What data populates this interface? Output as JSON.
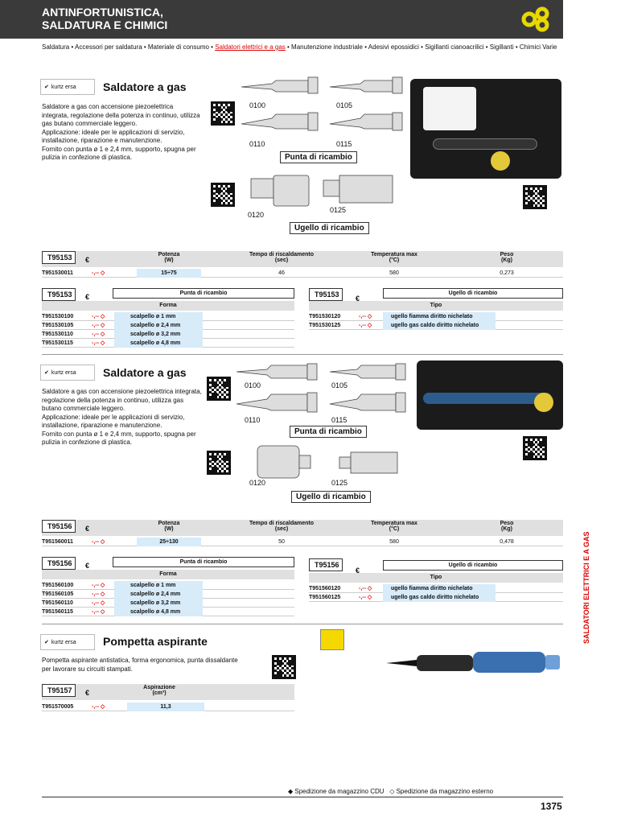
{
  "header": {
    "line1": "ANTINFORTUNISTICA,",
    "line2": "SALDATURA E CHIMICI"
  },
  "crumbs": {
    "pre": "Saldatura • Accessori per saldatura • Materiale di consumo •",
    "active": "Saldatori elettrici e a gas",
    "post": "• Manutenzione industriale • Adesivi epossidici • Sigillanti cianoacrilici • Sigillanti • Chimici Varie"
  },
  "brand": "kurtz ersa",
  "p1": {
    "title": "Saldatore a gas",
    "desc": [
      "Saldatore a gas con accensione piezoelettrica",
      "integrata, regolazione della potenza in continuo, utilizza",
      "gas butano commerciale leggero.",
      "Applicazione: ideale per le applicazioni di servizio,",
      "installazione, riparazione e manutenzione.",
      "Fornito con punta ø 1 e 2,4 mm, supporto, spugna per",
      "pulizia in confezione di plastica."
    ],
    "tips": [
      "0100",
      "0105",
      "0110",
      "0115"
    ],
    "tips_label": "Punta di ricambio",
    "nozzles": [
      "0120",
      "0125"
    ],
    "nozzles_label": "Ugello di ricambio",
    "code": "T95153",
    "currency": "€",
    "cols": [
      "Potenza\n(W)",
      "Tempo di riscaldamento\n(sec)",
      "Temperatura max\n(°C)",
      "Peso\n(Kg)"
    ],
    "main_row": {
      "code": "T951530011",
      "price": "-,-- ◇",
      "power": "15÷75",
      "time": "46",
      "temp": "580",
      "weight": "0,273"
    },
    "tip_table": {
      "title": "Punta di ricambio",
      "sub": "Forma",
      "rows": [
        [
          "T951530100",
          "-,-- ◇",
          "scalpello ø 1 mm"
        ],
        [
          "T951530105",
          "-,-- ◇",
          "scalpello ø 2,4 mm"
        ],
        [
          "T951530110",
          "-,-- ◇",
          "scalpello ø 3,2 mm"
        ],
        [
          "T951530115",
          "-,-- ◇",
          "scalpello ø 4,8 mm"
        ]
      ]
    },
    "noz_table": {
      "title": "Ugello di ricambio",
      "sub": "Tipo",
      "rows": [
        [
          "T951530120",
          "-,-- ◇",
          "ugello fiamma diritto nichelato"
        ],
        [
          "T951530125",
          "-,-- ◇",
          "ugello gas caldo diritto nichelato"
        ]
      ]
    }
  },
  "p2": {
    "title": "Saldatore a gas",
    "desc": [
      "Saldatore a gas con accensione piezoelettrica integrata,",
      "regolazione della potenza in continuo, utilizza gas",
      "butano commerciale leggero.",
      "Applicazione: ideale per le applicazioni di servizio,",
      "installazione, riparazione e manutenzione.",
      "Fornito con punta ø 1 e 2,4 mm, supporto, spugna per",
      "pulizia in confezione di plastica."
    ],
    "tips": [
      "0100",
      "0105",
      "0110",
      "0115"
    ],
    "tips_label": "Punta di ricambio",
    "nozzles": [
      "0120",
      "0125"
    ],
    "nozzles_label": "Ugello di ricambio",
    "code": "T95156",
    "currency": "€",
    "main_row": {
      "code": "T951560011",
      "price": "-,-- ◇",
      "power": "25÷130",
      "time": "50",
      "temp": "580",
      "weight": "0,478"
    },
    "tip_table": {
      "title": "Punta di ricambio",
      "sub": "Forma",
      "rows": [
        [
          "T951560100",
          "-,-- ◇",
          "scalpello ø 1 mm"
        ],
        [
          "T951560105",
          "-,-- ◇",
          "scalpello ø 2,4 mm"
        ],
        [
          "T951560110",
          "-,-- ◇",
          "scalpello ø 3,2 mm"
        ],
        [
          "T951560115",
          "-,-- ◇",
          "scalpello ø 4,8 mm"
        ]
      ]
    },
    "noz_table": {
      "title": "Ugello di ricambio",
      "sub": "Tipo",
      "rows": [
        [
          "T951560120",
          "-,-- ◇",
          "ugello fiamma diritto nichelato"
        ],
        [
          "T951560125",
          "-,-- ◇",
          "ugello gas caldo diritto nichelato"
        ]
      ]
    }
  },
  "p3": {
    "title": "Pompetta aspirante",
    "desc": [
      "Pompetta aspirante antistatica, forma ergonomica, punta dissaldante",
      "per lavorare su circuiti stampati."
    ],
    "code": "T95157",
    "currency": "€",
    "col": "Aspirazione\n(cm³)",
    "row": {
      "code": "T951570005",
      "price": "-,-- ◇",
      "val": "11,3"
    }
  },
  "side": "SALDATORI ELETTRICI E A GAS",
  "footer": {
    "a": "◆ Spedizione da magazzino CDU",
    "b": "◇ Spedizione da magazzino esterno"
  },
  "page": "1375"
}
